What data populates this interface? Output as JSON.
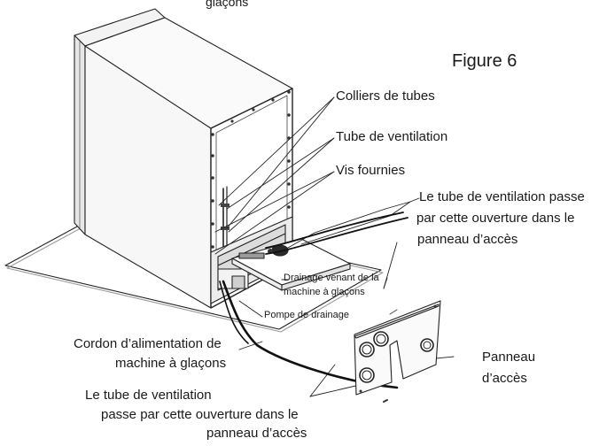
{
  "figure_label": "Figure 6",
  "labels": {
    "top_cut": "glaçons",
    "tube_clamps": "Colliers de tubes",
    "vent_tube": "Tube de ventilation",
    "screws": "Vis fournies",
    "vent_pass_upper_1": "Le tube de ventilation passe",
    "vent_pass_upper_2": "par cette ouverture dans le",
    "vent_pass_upper_3": "panneau d’accès",
    "drain_1": "Drainage venant de la",
    "drain_2": "machine à glaçons",
    "pump": "Pompe de drainage",
    "power_1": "Cordon d’alimentation de",
    "power_2": "machine à glaçons",
    "panel_1": "Panneau",
    "panel_2": "d’accès",
    "vent_pass_lower_1": "Le tube de ventilation",
    "vent_pass_lower_2": "passe par cette ouverture dans le",
    "vent_pass_lower_3": "panneau d’accès"
  }
}
